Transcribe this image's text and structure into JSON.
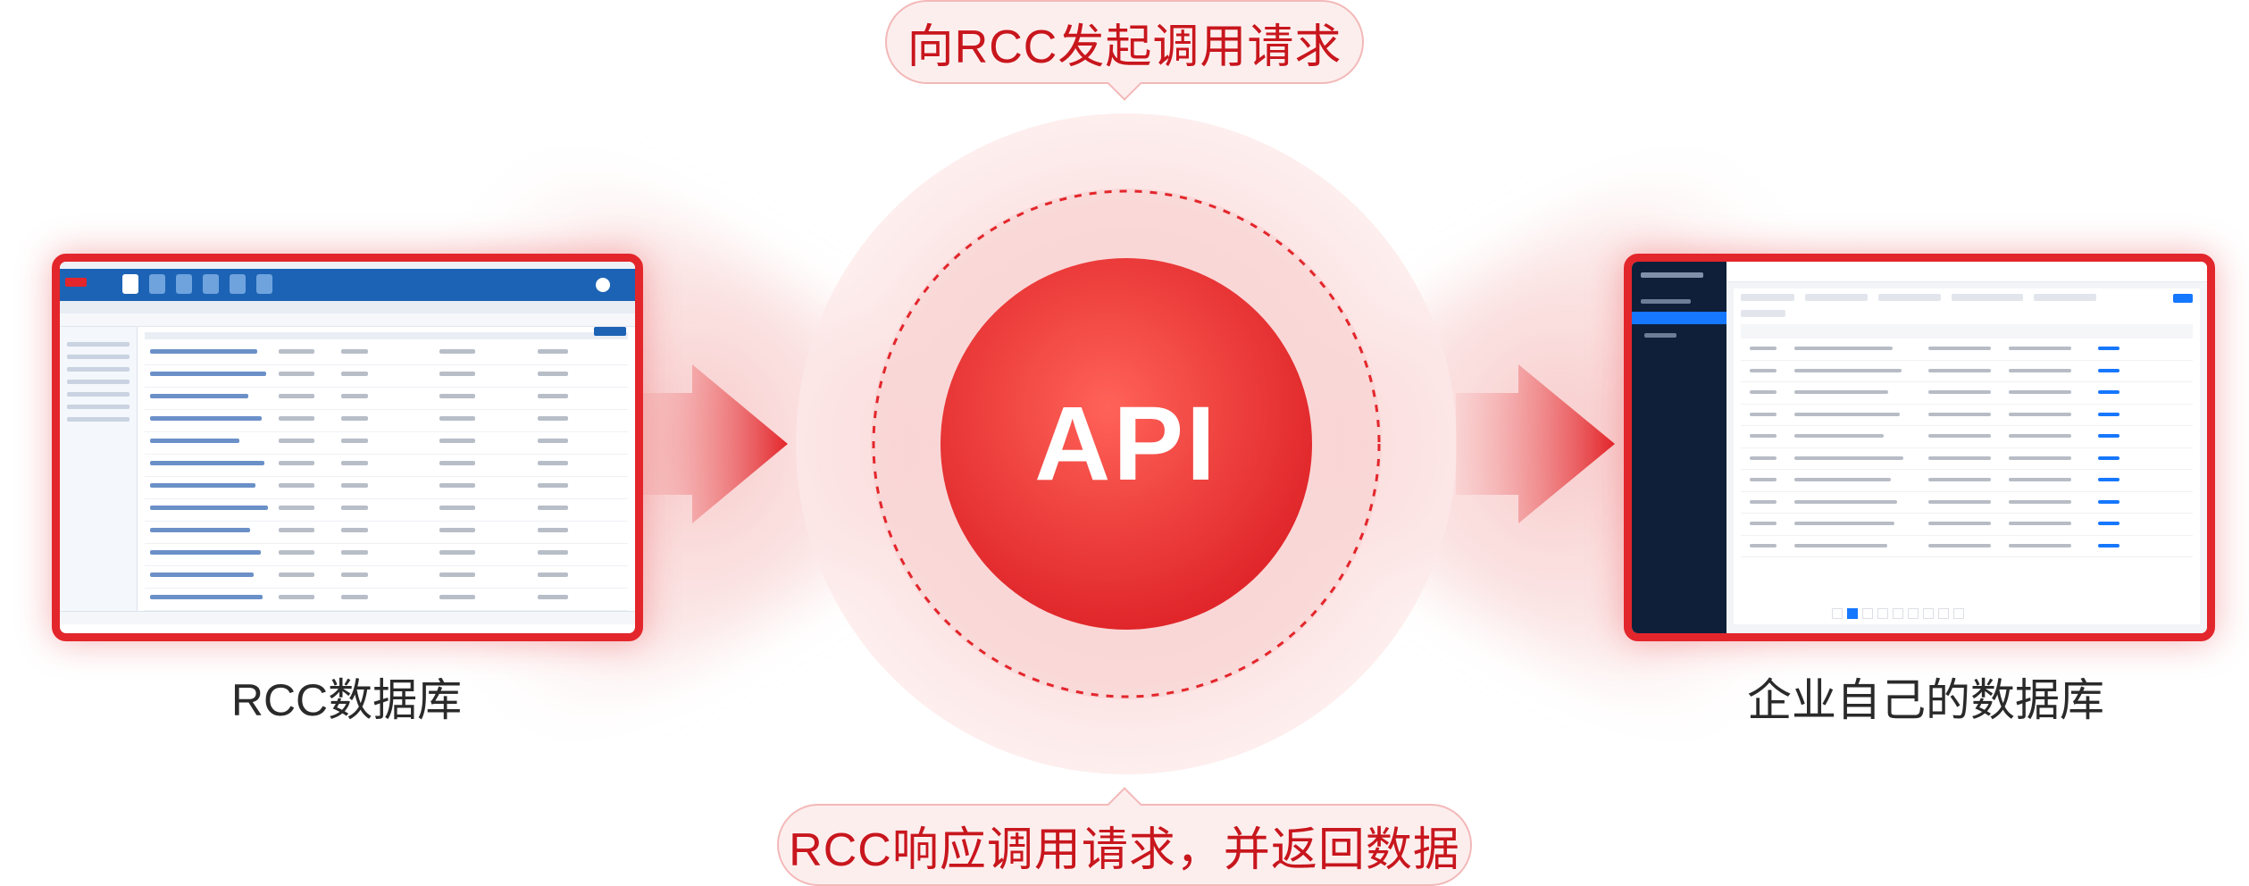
{
  "bubble_top": "向RCC发起调用请求",
  "bubble_bottom": "RCC响应调用请求，并返回数据",
  "center_label": "API",
  "left": {
    "caption": "RCC数据库"
  },
  "right": {
    "caption": "企业自己的数据库"
  },
  "colors": {
    "accent": "#e3262b",
    "bubble_bg": "#fdeeee",
    "bubble_text": "#c8161d"
  }
}
